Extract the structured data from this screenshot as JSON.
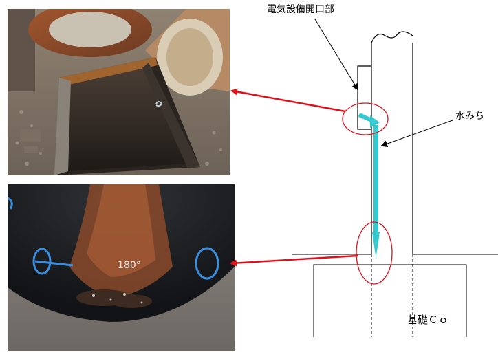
{
  "labels": {
    "opening": "電気設備開口部",
    "water_path": "水みち",
    "foundation": "基礎Ｃｏ"
  },
  "photos": {
    "top": {
      "description_name": "pipe-cutaway-photo"
    },
    "bottom": {
      "description_name": "pipe-interior-photo",
      "markings": [
        "180°"
      ]
    }
  },
  "colors": {
    "arrow_red": "#e0101a",
    "ellipse_red": "#e0101a",
    "water_cyan": "#33c9cf",
    "line_black": "#000000"
  }
}
